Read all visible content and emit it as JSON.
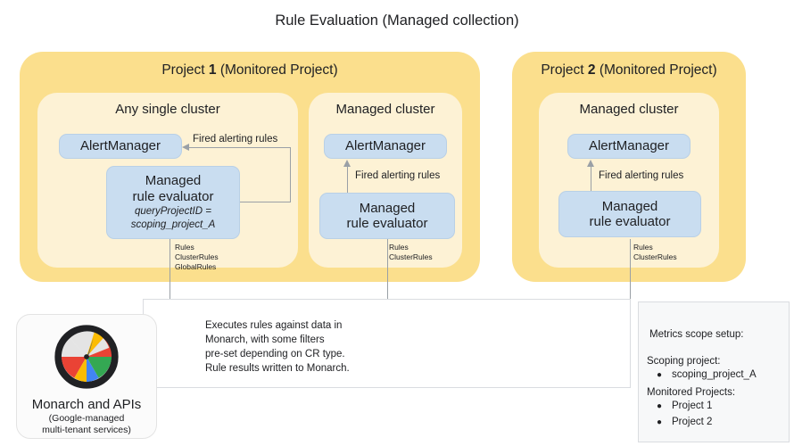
{
  "title": "Rule Evaluation (Managed collection)",
  "projects": [
    {
      "name": "project-1",
      "title_prefix": "Project ",
      "title_number": "1",
      "title_suffix": " (Monitored Project)",
      "clusters": [
        {
          "name": "any-single-cluster",
          "title": "Any single cluster",
          "alertmanager": "AlertManager",
          "evaluator_title_line1": "Managed",
          "evaluator_title_line2": "rule evaluator",
          "evaluator_sub_line1": "queryProjectID =",
          "evaluator_sub_line2": "scoping_project_A",
          "edge_label": "Fired alerting rules",
          "rules": [
            "Rules",
            "ClusterRules",
            "GlobalRules"
          ]
        },
        {
          "name": "managed-cluster-p1",
          "title": "Managed cluster",
          "alertmanager": "AlertManager",
          "evaluator_title_line1": "Managed",
          "evaluator_title_line2": "rule evaluator",
          "edge_label": "Fired alerting rules",
          "rules": [
            "Rules",
            "ClusterRules"
          ]
        }
      ]
    },
    {
      "name": "project-2",
      "title_prefix": "Project ",
      "title_number": "2",
      "title_suffix": " (Monitored Project)",
      "clusters": [
        {
          "name": "managed-cluster-p2",
          "title": "Managed cluster",
          "alertmanager": "AlertManager",
          "evaluator_title_line1": "Managed",
          "evaluator_title_line2": "rule evaluator",
          "edge_label": "Fired alerting rules",
          "rules": [
            "Rules",
            "ClusterRules"
          ]
        }
      ]
    }
  ],
  "monarch": {
    "icon": "monarch-gauge-icon",
    "name": "Monarch and APIs",
    "sub_line1": "(Google-managed",
    "sub_line2": "multi-tenant services)"
  },
  "annotation": {
    "line1": "Executes rules against data in",
    "line2": "Monarch, with some filters",
    "line3": "pre-set depending on CR type.",
    "line4": "Rule results written to Monarch."
  },
  "legend": {
    "heading": "Metrics scope setup:",
    "scoping_label": "Scoping project:",
    "scoping_items": [
      "scoping_project_A"
    ],
    "monitored_label": "Monitored Projects:",
    "monitored_items": [
      "Project 1",
      "Project 2"
    ],
    "bullet": "●"
  },
  "colors": {
    "panel": "#FBDF8D",
    "cluster": "#FDF2D5",
    "component": "#C9DDF0",
    "connector": "#9aa0a6",
    "legend_bg": "#f7f8f9"
  }
}
